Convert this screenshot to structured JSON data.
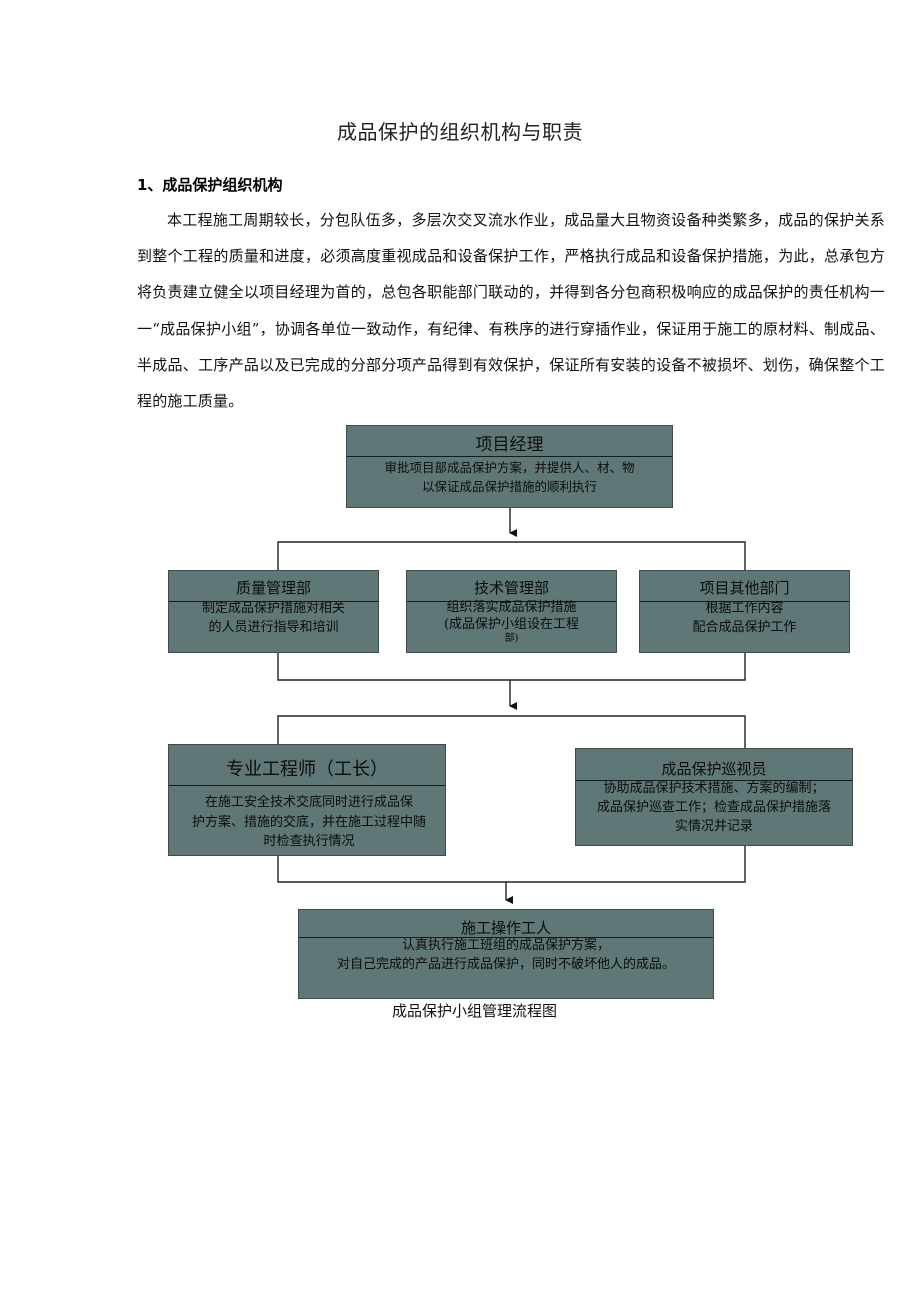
{
  "document": {
    "title": "成品保护的组织机构与职责",
    "section_heading": "1、成品保护组织机构",
    "paragraph": "本工程施工周期较长，分包队伍多，多层次交叉流水作业，成品量大且物资设备种类繁多，成品的保护关系到整个工程的质量和进度，必须高度重视成品和设备保护工作，严格执行成品和设备保护措施，为此，总承包方将负责建立健全以项目经理为首的，总包各职能部门联动的，并得到各分包商积极响应的成品保护的责任机构一一“成品保护小组”，协调各单位一致动作，有纪律、有秩序的进行穿插作业，保证用于施工的原材料、制成品、半成品、工序产品以及已完成的分部分项产品得到有效保护，保证所有安装的设备不被损坏、划伤，确保整个工程的施工质量。"
  },
  "flowchart": {
    "caption": "成品保护小组管理流程图",
    "box_color": "#5f7776",
    "project_manager": {
      "title": "项目经理",
      "lines": [
        "审批项目部成品保护方案，并提供人、材、物",
        "以保证成品保护措施的顺利执行"
      ]
    },
    "quality_dept": {
      "title": "质量管理部",
      "lines": [
        "制定成品保护措施对相关",
        "的人员进行指导和培训"
      ]
    },
    "tech_dept": {
      "title": "技术管理部",
      "lines": [
        "组织落实成品保护措施",
        "(成品保护小组设在工程",
        "部)"
      ]
    },
    "other_dept": {
      "title": "项目其他部门",
      "lines": [
        "根据工作内容",
        "配合成品保护工作"
      ]
    },
    "engineer": {
      "title": "专业工程师（工长）",
      "lines": [
        "在施工安全技术交底同时进行成品保",
        "护方案、措施的交底，并在施工过程中随",
        "时检查执行情况"
      ]
    },
    "inspector": {
      "title": "成品保护巡视员",
      "lines": [
        "协助成品保护技术措施、方案的编制；",
        "成品保护巡查工作；检查成品保护措施落",
        "实情况并记录"
      ]
    },
    "workers": {
      "title": "施工操作工人",
      "lines": [
        "认真执行施工班组的成品保护方案，",
        "对自己完成的产品进行成品保护，同时不破坏他人的成品。"
      ]
    }
  }
}
